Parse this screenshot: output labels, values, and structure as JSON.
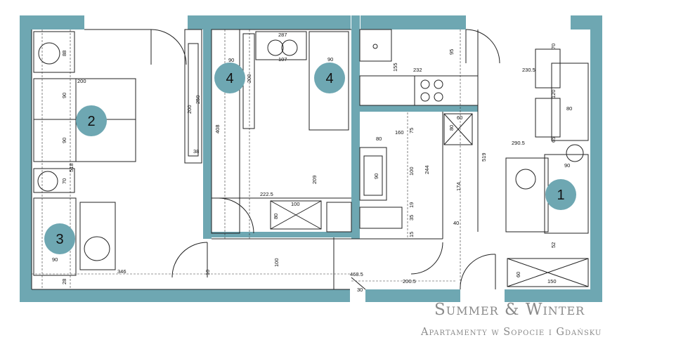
{
  "brand": {
    "title": "Summer & Winter",
    "subtitle": "Apartamenty w Sopocie i Gdańsku"
  },
  "colors": {
    "wall": "#6ea7b2",
    "line": "#222222",
    "badge": "#6ea7b2"
  },
  "room_badges": [
    "1",
    "2",
    "3",
    "4",
    "4"
  ],
  "dimensions": {
    "d287": "287",
    "d107": "107",
    "d90a": "90",
    "d90b": "90",
    "d95": "95",
    "d70a": "70",
    "d155": "155",
    "d232": "232",
    "d230_5": "230.5",
    "d88": "88",
    "d200a": "200",
    "d90c": "90",
    "d90d": "90",
    "d200b": "200",
    "d250": "250",
    "d200c": "200",
    "d120": "120",
    "d80a": "80",
    "d38": "38",
    "d408": "408",
    "d518": "518",
    "d80b": "80",
    "d160": "160",
    "d75": "75",
    "d60a": "60",
    "d80c": "80",
    "d290_5": "290.5",
    "d65": "65",
    "d90e": "90",
    "d70b": "70",
    "d519": "519",
    "d244": "244",
    "d174": "174",
    "d100a": "100",
    "d90f": "90",
    "d222_5": "222.5",
    "d209": "209",
    "d100b": "100",
    "d80d": "80",
    "d19": "19",
    "d35": "35",
    "d15": "15",
    "d40": "40",
    "d52": "52",
    "d90g": "90",
    "d346": "346",
    "d100c": "100",
    "d468_5": "468.5",
    "d200_5": "200.5",
    "d28": "28",
    "d60b": "60",
    "d150": "150",
    "d30": "30",
    "d10": "10"
  }
}
